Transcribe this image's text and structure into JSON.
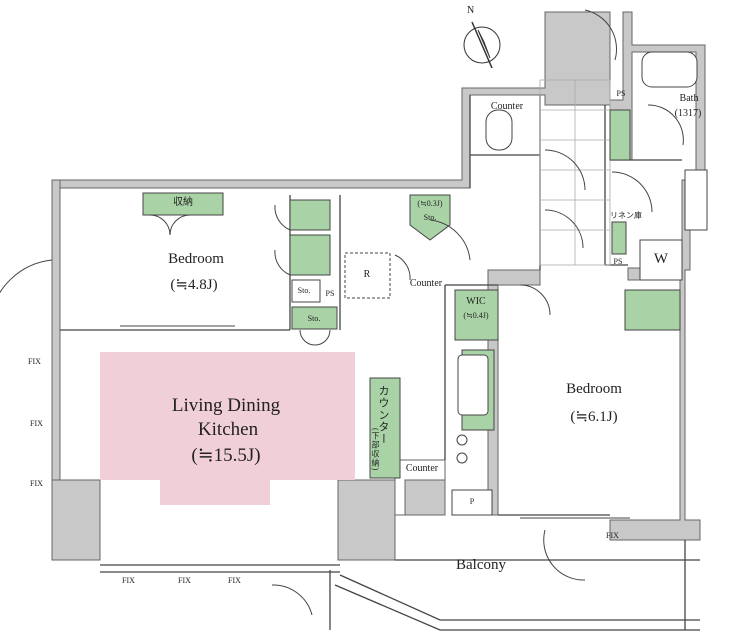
{
  "compass": {
    "north": "N"
  },
  "rooms": {
    "ldk": {
      "line1": "Living Dining",
      "line2": "Kitchen",
      "area": "(≒15.5J)"
    },
    "bedroom_west": {
      "name": "Bedroom",
      "area": "(≒4.8J)"
    },
    "bedroom_east": {
      "name": "Bedroom",
      "area": "(≒6.1J)"
    },
    "bath": {
      "name": "Bath",
      "size": "(1317)"
    },
    "balcony": {
      "name": "Balcony"
    },
    "wic": {
      "name": "WIC",
      "area": "(≒0.4J)"
    },
    "sto_corner": {
      "area": "(≒0.3J)",
      "name": "Sto."
    }
  },
  "labels": {
    "shuno": "収納",
    "sto": "Sto.",
    "ps": "PS",
    "refrigerator": "R",
    "washer": "W",
    "p": "P",
    "counter": "Counter",
    "linen": "リネン庫",
    "kitchen_counter": "カウンター",
    "kitchen_counter_sub": "(下部収納)",
    "fix": "FIX"
  },
  "colors": {
    "wall": "#c8c8c8",
    "wall_line": "#555555",
    "storage": "#a9d3a6",
    "ldk": "#f0cfd8"
  }
}
